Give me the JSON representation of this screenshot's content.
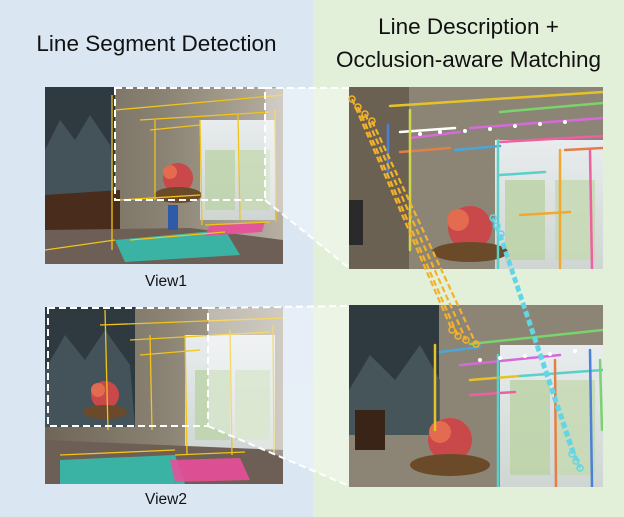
{
  "left_panel": {
    "title": "Line Segment Detection"
  },
  "right_panel": {
    "title_line1": "Line Description +",
    "title_line2": "Occlusion-aware Matching"
  },
  "views": [
    {
      "label": "View1"
    },
    {
      "label": "View2"
    }
  ],
  "colors": {
    "left_background": "#dbe6f3",
    "right_background": "#e2efd9",
    "detected_lines": "#f0c419",
    "match_orange": "#f4b22a",
    "match_cyan": "#62d6e6"
  }
}
